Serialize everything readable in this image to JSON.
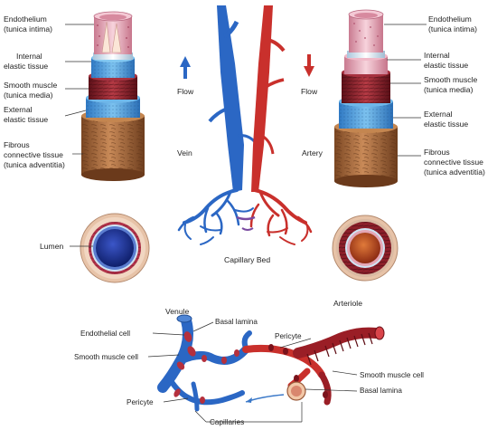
{
  "diagram": {
    "vein_labels": {
      "endothelium": "Endothelium",
      "endothelium_sub": "(tunica intima)",
      "internal": "Internal",
      "internal_sub": "elastic tissue",
      "smooth": "Smooth muscle",
      "smooth_sub": "(tunica media)",
      "external": "External",
      "external_sub": "elastic tissue",
      "fibrous": "Fibrous",
      "fibrous_sub": "connective tissue",
      "fibrous_sub2": "(tunica adventitia)"
    },
    "artery_labels": {
      "endothelium": "Endothelium",
      "endothelium_sub": "(tunica intima)",
      "internal": "Internal",
      "internal_sub": "elastic tissue",
      "smooth": "Smooth muscle",
      "smooth_sub": "(tunica media)",
      "external": "External",
      "external_sub": "elastic tissue",
      "fibrous": "Fibrous",
      "fibrous_sub": "connective tissue",
      "fibrous_sub2": "(tunica adventitia)"
    },
    "flow_left": "Flow",
    "flow_right": "Flow",
    "vein": "Vein",
    "artery": "Artery",
    "capillary_bed": "Capillary Bed",
    "lumen": "Lumen",
    "venule": "Venule",
    "arteriole": "Arteriole",
    "endothelial_cell": "Endothelial cell",
    "basal_lamina_left": "Basal lamina",
    "smooth_muscle_left": "Smooth muscle cell",
    "pericyte_left": "Pericyte",
    "pericyte_right": "Pericyte",
    "smooth_muscle_right": "Smooth muscle cell",
    "basal_lamina_right": "Basal lamina",
    "capillaries": "Capillaries",
    "colors": {
      "vein_blue": "#2b67c4",
      "artery_red": "#c9302c",
      "muscle_dark": "#8c1f2a",
      "elastic_blue": "#59a9e0",
      "fibrous_brown": "#a86a3f",
      "intima_pink": "#f2b8c6"
    }
  }
}
